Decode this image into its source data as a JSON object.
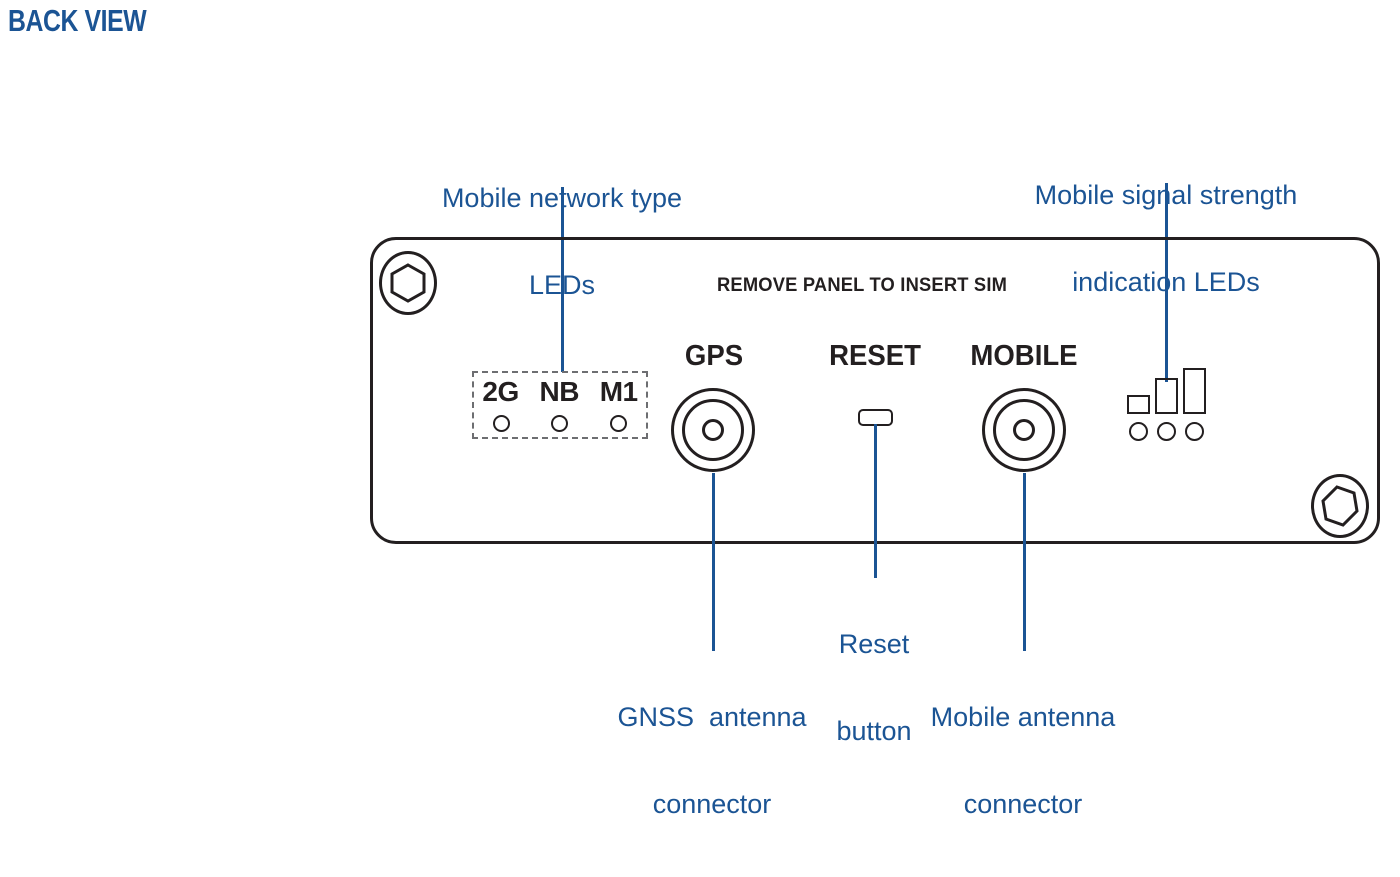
{
  "page": {
    "title": "BACK VIEW",
    "accent_color": "#1b5494",
    "line_color": "#231f20",
    "dashed_color": "#6d6e71",
    "background": "#ffffff"
  },
  "device": {
    "silkscreen_text": "REMOVE PANEL TO INSERT SIM",
    "ports": {
      "gps_label": "GPS",
      "reset_label": "RESET",
      "mobile_label": "MOBILE"
    },
    "network_leds": {
      "labels": [
        "2G",
        "NB",
        "M1"
      ],
      "indicator_count": 3
    },
    "signal_leds": {
      "bar_count": 3,
      "indicator_count": 3
    },
    "screws": {
      "count": 2,
      "shape": "hex-socket"
    }
  },
  "callouts": [
    {
      "name": "mobile-network-type-leds",
      "line1": "Mobile network type",
      "line2": "LEDs"
    },
    {
      "name": "mobile-signal-strength-indication-leds",
      "line1": "Mobile signal strength",
      "line2": "indication LEDs"
    },
    {
      "name": "gnss-antenna-connector",
      "line1": "GNSS  antenna",
      "line2": "connector"
    },
    {
      "name": "reset-button",
      "line1": "Reset",
      "line2": "button"
    },
    {
      "name": "mobile-antenna-connector",
      "line1": "Mobile antenna",
      "line2": "connector"
    }
  ]
}
